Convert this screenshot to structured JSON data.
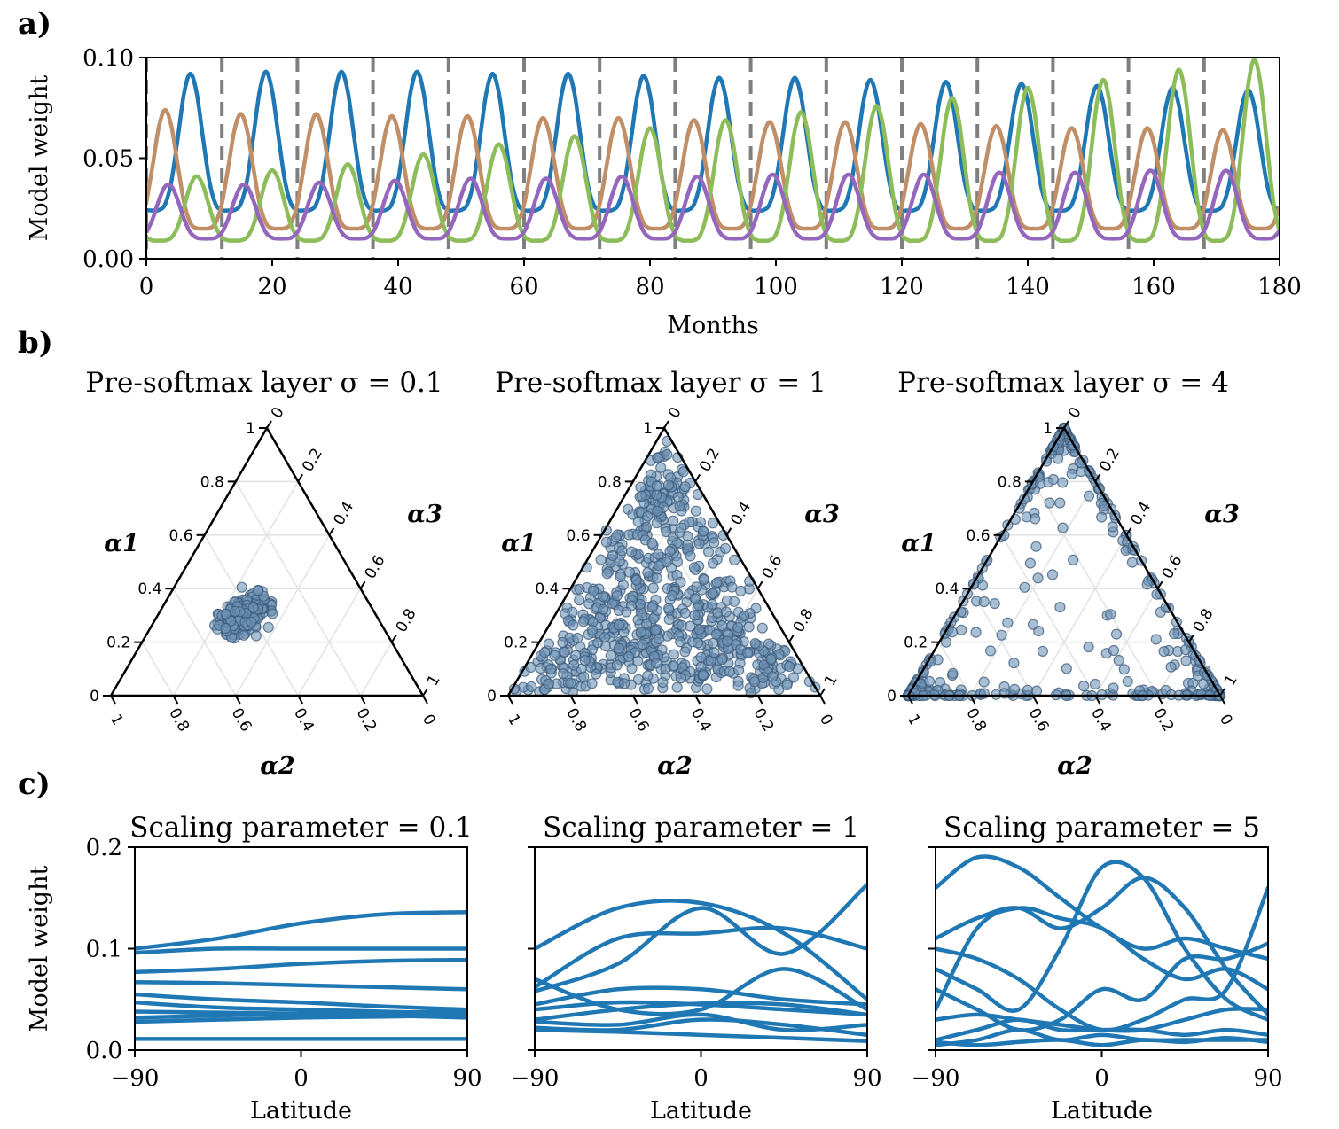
{
  "figure": {
    "panel_a_label": "a)",
    "panel_b_label": "b)",
    "panel_c_label": "c)"
  },
  "chart_data": [
    {
      "id": "a",
      "type": "line",
      "xlabel": "Months",
      "ylabel": "Model weight",
      "xlim": [
        0,
        180
      ],
      "ylim": [
        0,
        0.1
      ],
      "xticks": [
        "0",
        "20",
        "40",
        "60",
        "80",
        "100",
        "120",
        "140",
        "160",
        "180"
      ],
      "yticks": [
        "0.00",
        "0.05",
        "0.10"
      ],
      "vlines": [
        0,
        12,
        24,
        36,
        48,
        60,
        72,
        84,
        96,
        108,
        120,
        132,
        144,
        156,
        168
      ],
      "vline_color": "#7f7f7f",
      "grid": false,
      "series": [
        {
          "color": "#1f77b4",
          "period": 12,
          "peak_month": 7,
          "min": 0.024,
          "peaks": [
            0.092,
            0.093,
            0.093,
            0.093,
            0.092,
            0.092,
            0.091,
            0.09,
            0.09,
            0.089,
            0.088,
            0.087,
            0.086,
            0.085,
            0.084
          ]
        },
        {
          "color": "#c18f67",
          "period": 12,
          "peak_month": 3,
          "min": 0.015,
          "peaks": [
            0.074,
            0.072,
            0.072,
            0.071,
            0.071,
            0.07,
            0.07,
            0.069,
            0.068,
            0.068,
            0.067,
            0.066,
            0.065,
            0.065,
            0.064
          ]
        },
        {
          "color": "#8cbd5a",
          "period": 12,
          "peak_month": 8,
          "min": 0.009,
          "peaks": [
            0.041,
            0.044,
            0.047,
            0.052,
            0.057,
            0.061,
            0.065,
            0.069,
            0.073,
            0.076,
            0.08,
            0.085,
            0.089,
            0.094,
            0.099
          ]
        },
        {
          "color": "#9467bd",
          "period": 12,
          "peak_month": 3.5,
          "min": 0.01,
          "peaks": [
            0.037,
            0.037,
            0.038,
            0.039,
            0.04,
            0.04,
            0.041,
            0.041,
            0.042,
            0.042,
            0.042,
            0.043,
            0.043,
            0.044,
            0.044
          ]
        }
      ]
    },
    {
      "id": "b",
      "type": "scatter",
      "subplots": [
        {
          "title": "Pre-softmax layer σ = 0.1",
          "sigma": 0.1,
          "n_points": 250
        },
        {
          "title": "Pre-softmax layer σ = 1",
          "sigma": 1,
          "n_points": 700
        },
        {
          "title": "Pre-softmax layer σ = 4",
          "sigma": 4,
          "n_points": 500
        }
      ],
      "ternary": {
        "left_label": "α1",
        "right_label": "α3",
        "bottom_label": "α2",
        "left_ticks": [
          "0",
          "0.2",
          "0.4",
          "0.6",
          "0.8",
          "1"
        ],
        "right_ticks": [
          "0",
          "0.2",
          "0.4",
          "0.6",
          "0.8",
          "1"
        ],
        "bottom_ticks": [
          "1",
          "0.8",
          "0.6",
          "0.4",
          "0.2",
          "0"
        ]
      },
      "point_color": "#6f95b8"
    },
    {
      "id": "c",
      "type": "line",
      "xlabel": "Latitude",
      "ylabel": "Model weight",
      "xlim": [
        -90,
        90
      ],
      "ylim": [
        0,
        0.2
      ],
      "xticks": [
        "−90",
        "0",
        "90"
      ],
      "yticks": [
        "0.0",
        "0.1",
        "0.2"
      ],
      "color": "#1f77b4",
      "subplots": [
        {
          "title": "Scaling parameter = 0.1",
          "x": [
            -90,
            -45,
            0,
            45,
            90
          ],
          "series": [
            {
              "values": [
                0.1,
                0.11,
                0.125,
                0.134,
                0.136
              ]
            },
            {
              "values": [
                0.096,
                0.1,
                0.1,
                0.1,
                0.1
              ]
            },
            {
              "values": [
                0.077,
                0.08,
                0.085,
                0.088,
                0.089
              ]
            },
            {
              "values": [
                0.067,
                0.066,
                0.064,
                0.062,
                0.06
              ]
            },
            {
              "values": [
                0.055,
                0.05,
                0.047,
                0.043,
                0.04
              ]
            },
            {
              "values": [
                0.047,
                0.042,
                0.04,
                0.038,
                0.036
              ]
            },
            {
              "values": [
                0.038,
                0.037,
                0.036,
                0.034,
                0.032
              ]
            },
            {
              "values": [
                0.032,
                0.034,
                0.036,
                0.037,
                0.038
              ]
            },
            {
              "values": [
                0.028,
                0.03,
                0.032,
                0.033,
                0.034
              ]
            },
            {
              "values": [
                0.011,
                0.011,
                0.011,
                0.011,
                0.011
              ]
            }
          ]
        },
        {
          "title": "Scaling parameter = 1",
          "x": [
            -90,
            -45,
            0,
            45,
            90
          ],
          "series": [
            {
              "values": [
                0.1,
                0.14,
                0.145,
                0.115,
                0.05
              ]
            },
            {
              "values": [
                0.058,
                0.085,
                0.14,
                0.095,
                0.163
              ]
            },
            {
              "values": [
                0.062,
                0.11,
                0.115,
                0.12,
                0.1
              ]
            },
            {
              "values": [
                0.07,
                0.04,
                0.04,
                0.08,
                0.04
              ]
            },
            {
              "values": [
                0.045,
                0.06,
                0.06,
                0.05,
                0.045
              ]
            },
            {
              "values": [
                0.04,
                0.047,
                0.045,
                0.04,
                0.035
              ]
            },
            {
              "values": [
                0.03,
                0.04,
                0.046,
                0.045,
                0.035
              ]
            },
            {
              "values": [
                0.028,
                0.025,
                0.035,
                0.02,
                0.025
              ]
            },
            {
              "values": [
                0.022,
                0.02,
                0.03,
                0.025,
                0.015
              ]
            },
            {
              "values": [
                0.02,
                0.018,
                0.015,
                0.012,
                0.009
              ]
            }
          ]
        },
        {
          "title": "Scaling parameter = 5",
          "x": [
            -90,
            -67.5,
            -45,
            -22.5,
            0,
            22.5,
            45,
            67.5,
            90
          ],
          "series": [
            {
              "values": [
                0.16,
                0.19,
                0.18,
                0.15,
                0.12,
                0.1,
                0.11,
                0.1,
                0.09
              ]
            },
            {
              "values": [
                0.11,
                0.13,
                0.14,
                0.12,
                0.14,
                0.17,
                0.14,
                0.08,
                0.035
              ]
            },
            {
              "values": [
                0.04,
                0.12,
                0.14,
                0.13,
                0.12,
                0.09,
                0.07,
                0.08,
                0.06
              ]
            },
            {
              "values": [
                0.1,
                0.09,
                0.07,
                0.04,
                0.02,
                0.03,
                0.05,
                0.06,
                0.16
              ]
            },
            {
              "values": [
                0.08,
                0.06,
                0.04,
                0.1,
                0.18,
                0.17,
                0.1,
                0.05,
                0.03
              ]
            },
            {
              "values": [
                0.06,
                0.04,
                0.02,
                0.03,
                0.06,
                0.05,
                0.09,
                0.09,
                0.105
              ]
            },
            {
              "values": [
                0.03,
                0.035,
                0.03,
                0.025,
                0.02,
                0.02,
                0.03,
                0.04,
                0.04
              ]
            },
            {
              "values": [
                0.01,
                0.02,
                0.03,
                0.02,
                0.02,
                0.02,
                0.015,
                0.02,
                0.015
              ]
            },
            {
              "values": [
                0.005,
                0.01,
                0.02,
                0.01,
                0.015,
                0.01,
                0.01,
                0.01,
                0.01
              ]
            },
            {
              "values": [
                0.008,
                0.005,
                0.008,
                0.01,
                0.005,
                0.01,
                0.008,
                0.012,
                0.008
              ]
            }
          ]
        }
      ]
    }
  ]
}
